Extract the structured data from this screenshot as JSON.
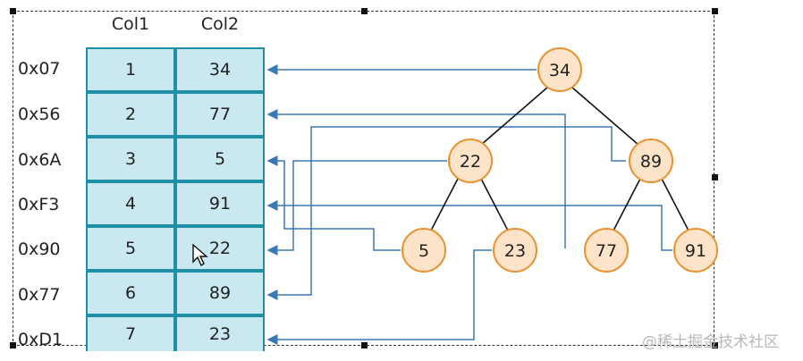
{
  "table": {
    "col_headers": [
      "Col1",
      "Col2"
    ],
    "rows": [
      {
        "addr": "0x07",
        "col1": "1",
        "col2": "34"
      },
      {
        "addr": "0x56",
        "col1": "2",
        "col2": "77"
      },
      {
        "addr": "0x6A",
        "col1": "3",
        "col2": "5"
      },
      {
        "addr": "0xF3",
        "col1": "4",
        "col2": "91"
      },
      {
        "addr": "0x90",
        "col1": "5",
        "col2": "22"
      },
      {
        "addr": "0x77",
        "col1": "6",
        "col2": "89"
      },
      {
        "addr": "0xD1",
        "col1": "7",
        "col2": "23"
      }
    ]
  },
  "tree": {
    "nodes": [
      {
        "id": "n34",
        "label": "34"
      },
      {
        "id": "n22",
        "label": "22"
      },
      {
        "id": "n89",
        "label": "89"
      },
      {
        "id": "n5",
        "label": "5"
      },
      {
        "id": "n23",
        "label": "23"
      },
      {
        "id": "n77",
        "label": "77"
      },
      {
        "id": "n91",
        "label": "91"
      }
    ]
  },
  "colors": {
    "cell_fill": "#c9e8f0",
    "cell_border": "#1e8fa6",
    "node_fill": "#fde3c8",
    "node_stroke": "#e8912e",
    "arrow": "#3a78b8"
  },
  "watermark": "@稀土掘金技术社区"
}
